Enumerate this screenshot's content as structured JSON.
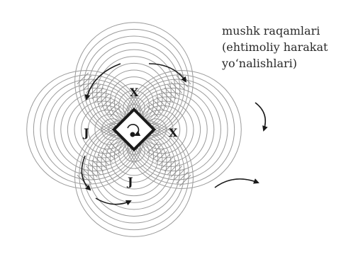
{
  "caption": {
    "lines": [
      "mushk raqamlari",
      "(ehtimoliy harakat",
      "yo‘nalishlari)"
    ]
  },
  "labels": {
    "top": "X",
    "right": "X",
    "left": "J",
    "bottom": "J"
  },
  "colors": {
    "rings": "#9a9a9a",
    "ink": "#1a1a1a",
    "background": "#ffffff"
  }
}
